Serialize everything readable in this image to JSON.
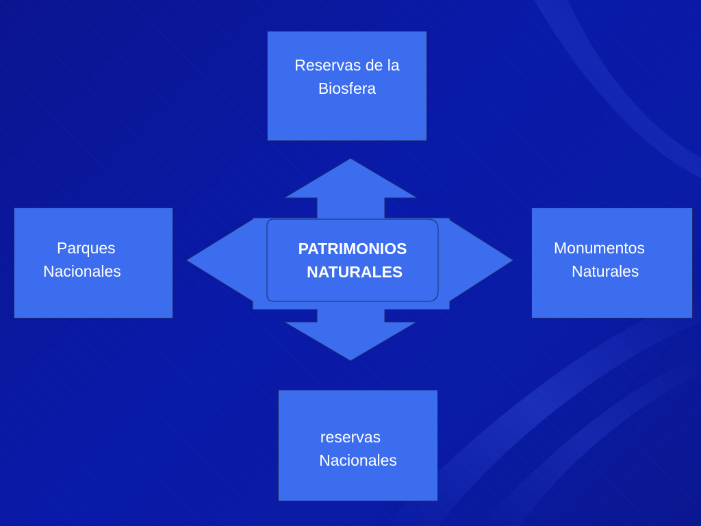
{
  "diagram": {
    "center": {
      "line1": "PATRIMONIOS",
      "line2": " NATURALES"
    },
    "top": {
      "line1": "Reservas de la",
      "line2": "Biosfera"
    },
    "left": {
      "line1": "Parques",
      "line2": "Nacionales"
    },
    "right": {
      "line1": "Monumentos",
      "line2": "Naturales"
    },
    "bottom": {
      "line1": "reservas",
      "line2": "Nacionales"
    }
  },
  "colors": {
    "background": "#0a1aa8",
    "box_fill": "#3c6dee",
    "arrow_fill": "#3c6dee",
    "text": "#ffffff"
  }
}
